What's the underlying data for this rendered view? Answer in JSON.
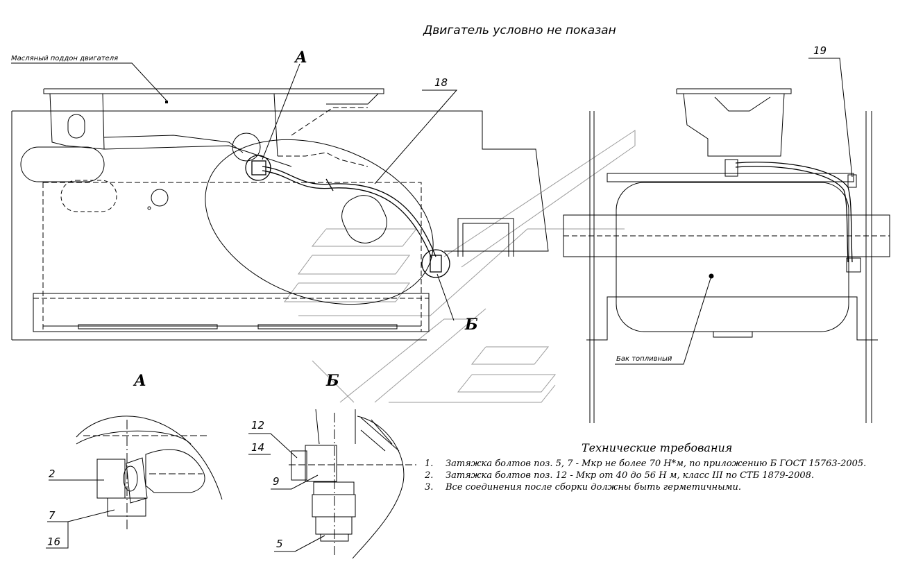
{
  "header_note": "Двигатель условно не показан",
  "callouts": {
    "oil_pan": "Масляный поддон двигателя",
    "fuel_tank": "Бак топливный"
  },
  "view_letters": {
    "a_main": "А",
    "b_main": "Б",
    "a_detail": "А",
    "b_detail": "Б"
  },
  "positions": {
    "p18": "18",
    "p19": "19",
    "p2": "2",
    "p7": "7",
    "p16": "16",
    "p12": "12",
    "p14": "14",
    "p9": "9",
    "p5": "5"
  },
  "requirements": {
    "title": "Технические требования",
    "items": [
      {
        "num": "1.",
        "text": "Затяжка болтов поз. 5, 7 - Мкр не более 70  Н*м, по приложению Б ГОСТ 15763-2005."
      },
      {
        "num": "2.",
        "text": "Затяжка болтов поз. 12 - Мкр от 40 до 56  Н м,  класс  III по СТБ 1879-2008."
      },
      {
        "num": "3.",
        "text": "Все соединения после сборки должны быть герметичными."
      }
    ]
  },
  "colors": {
    "line": "#000000",
    "watermark": "#9a9a9a"
  }
}
